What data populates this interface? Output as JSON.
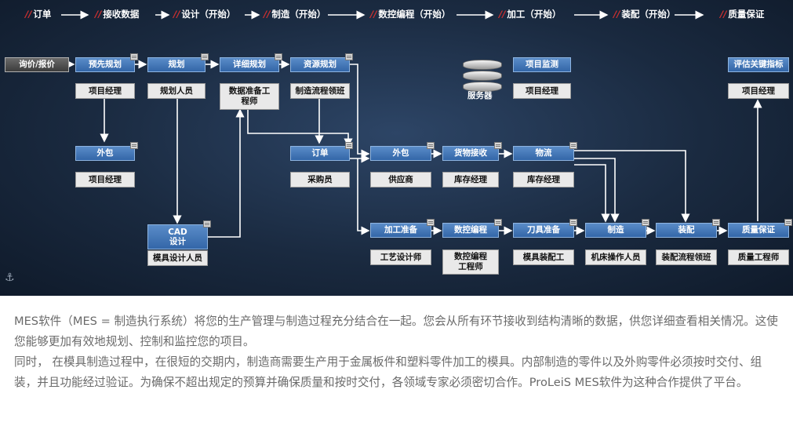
{
  "phases": [
    {
      "label": "订单"
    },
    {
      "label": "接收数据"
    },
    {
      "label": "设计（开始）"
    },
    {
      "label": "制造（开始）"
    },
    {
      "label": "数控编程（开始）"
    },
    {
      "label": "加工（开始）"
    },
    {
      "label": "装配（开始）"
    },
    {
      "label": "质量保证"
    }
  ],
  "phase_mark": "//",
  "nodes": {
    "inquiry": "询价/报价",
    "pre_planning": "预先规划",
    "planning": "规划",
    "detail_planning": "详细规划",
    "resource_planning": "资源规划",
    "outsource_left": "外包",
    "cad_design": "CAD\n设计",
    "order": "订单",
    "outsource_mid": "外包",
    "goods_receipt": "货物接收",
    "logistics": "物流",
    "machining_prep": "加工准备",
    "nc_programming": "数控编程",
    "tool_prep": "刀具准备",
    "manufacturing": "制造",
    "assembly": "装配",
    "quality_assurance": "质量保证",
    "project_monitoring": "项目监测",
    "evaluate_kpi": "评估关键指标",
    "server": "服务器"
  },
  "roles": {
    "project_manager_1": "项目经理",
    "planner": "规划人员",
    "data_engineer": "数据准备工程师",
    "mfg_team_lead": "制造流程领班",
    "project_manager_2": "项目经理",
    "mold_designer": "模具设计人员",
    "purchaser": "采购员",
    "supplier": "供应商",
    "stock_manager_1": "库存经理",
    "stock_manager_2": "库存经理",
    "process_designer": "工艺设计师",
    "nc_engineer": "数控编程\n工程师",
    "mold_fitter": "模具装配工",
    "machine_operator": "机床操作人员",
    "assembly_lead": "装配流程领班",
    "quality_engineer": "质量工程师",
    "project_manager_3": "项目经理",
    "project_manager_4": "项目经理"
  },
  "description": {
    "paragraph1": "MES软件（MES = 制造执行系统）将您的生产管理与制造过程充分结合在一起。您会从所有环节接收到结构清晰的数据，供您详细查看相关情况。这使您能够更加有效地规划、控制和监控您的项目。",
    "paragraph2": "同时， 在模具制造过程中，在很短的交期内，制造商需要生产用于金属板件和塑料零件加工的模具。内部制造的零件以及外购零件必须按时交付、组装，并且功能经过验证。为确保不超出规定的预算并确保质量和按时交付，各领域专家必须密切合作。ProLeiS MES软件为这种合作提供了平台。"
  },
  "colors": {
    "background": "#1a2a40",
    "node_blue": "#3366a8",
    "node_dark": "#4a4a4a",
    "role_tag": "#e9e9e9",
    "phase_mark": "#d03030",
    "body_text": "#6a6a6a"
  }
}
